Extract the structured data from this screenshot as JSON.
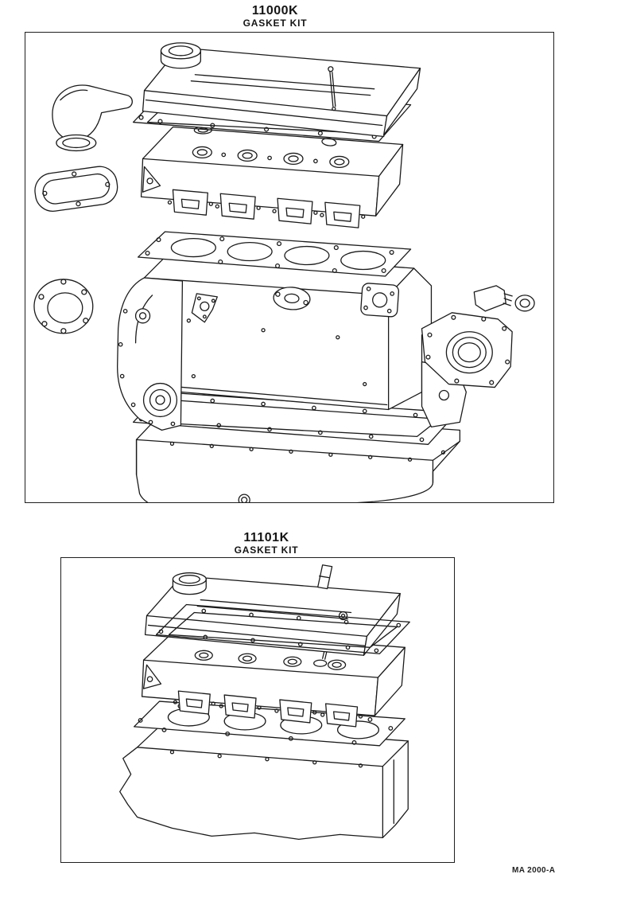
{
  "page": {
    "background": "#ffffff",
    "ink": "#1b1b1b"
  },
  "figures": [
    {
      "part_number": "11000K",
      "kit_label": "GASKET KIT",
      "drawing": "engine-overhaul-gasket-kit-exploded-view"
    },
    {
      "part_number": "11101K",
      "kit_label": "GASKET KIT",
      "drawing": "valve-grind-gasket-kit-exploded-view"
    }
  ],
  "footer": {
    "code": "MA 2000-A"
  }
}
